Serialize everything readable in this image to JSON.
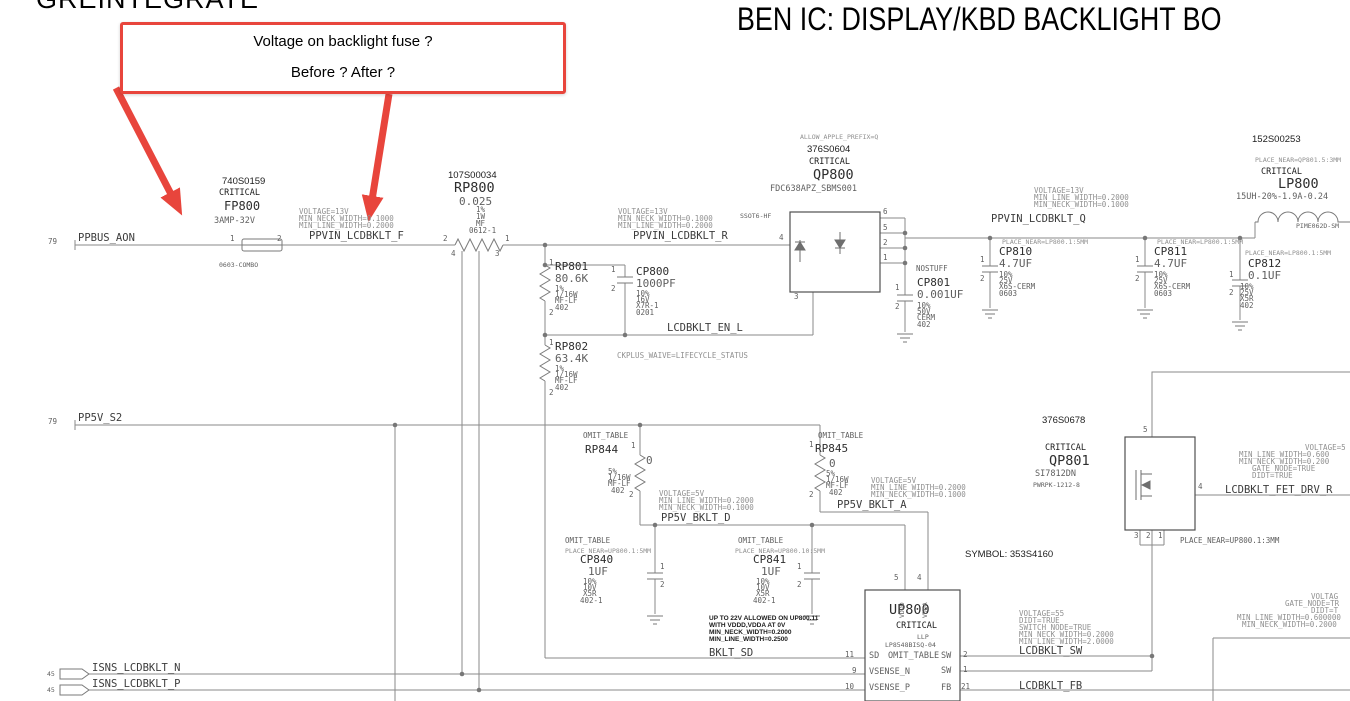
{
  "titles": {
    "sheet": "GREINTEGRATE",
    "main": "BEN IC: DISPLAY/KBD BACKLIGHT BO"
  },
  "annotation": {
    "line1": "Voltage on backlight fuse ?",
    "line2": "Before ? After ?"
  },
  "colors": {
    "annotation_red": "#e8453c",
    "wire_gray": "#8a8a8a"
  },
  "misc": {
    "symbol_note": "SYMBOL: 353S4160"
  },
  "nets": {
    "ppbus_aon": {
      "pin": "79",
      "name": "PPBUS_AON"
    },
    "pp5v_s2": {
      "pin": "79",
      "name": "PP5V_S2"
    },
    "ppvin_f": {
      "a1": "VOLTAGE=13V",
      "a2": "MIN_NECK_WIDTH=0.1000",
      "a3": "MIN_LINE_WIDTH=0.2000",
      "name": "PPVIN_LCDBKLT_F"
    },
    "ppvin_r": {
      "a1": "VOLTAGE=13V",
      "a2": "MIN_NECK_WIDTH=0.1000",
      "a3": "MIN_LINE_WIDTH=0.2000",
      "name": "PPVIN_LCDBKLT_R"
    },
    "ppvin_q": {
      "a1": "VOLTAGE=13V",
      "a2": "MIN_LINE_WIDTH=0.2000",
      "a3": "MIN_NECK_WIDTH=0.1000",
      "name": "PPVIN_LCDBKLT_Q"
    },
    "lcdbklt_en_l": {
      "name": "LCDBKLT_EN_L"
    },
    "ckplus_waive": "CKPLUS_WAIVE=LIFECYCLE_STATUS",
    "pp5v_bklt_d": {
      "a1": "VOLTAGE=5V",
      "a2": "MIN_LINE_WIDTH=0.2000",
      "a3": "MIN_NECK_WIDTH=0.1000",
      "name": "PP5V_BKLT_D"
    },
    "pp5v_bklt_a": {
      "a1": "VOLTAGE=5V",
      "a2": "MIN_LINE_WIDTH=0.2000",
      "a3": "MIN_NECK_WIDTH=0.1000",
      "name": "PP5V_BKLT_A"
    },
    "bklt_sd": {
      "name": "BKLT_SD"
    },
    "lcdbklt_sw": {
      "a1": "VOLTAGE=55",
      "a2": "DIDT=TRUE",
      "a3": "SWITCH_NODE=TRUE",
      "a4": "MIN_NECK_WIDTH=0.2000",
      "a5": "MIN_LINE_WIDTH=2.0000",
      "name": "LCDBKLT_SW"
    },
    "lcdbklt_fb": {
      "name": "LCDBKLT_FB"
    },
    "lcdbklt_fet_drv_r": {
      "a1": "VOLTAGE=5",
      "a2": "MIN_LINE_WIDTH=0.600",
      "a3": "MIN_NECK_WIDTH=0.200",
      "a4": "GATE_NODE=TRUE",
      "a5": "DIDT=TRUE",
      "name": "LCDBKLT_FET_DRV_R"
    },
    "lcdbklt_fet_drv_l": {
      "a1": "VOLTAG",
      "a2": "GATE_NODE=TR",
      "a3": "DIDT=T",
      "a4": "MIN_LINE_WIDTH=0.600000",
      "a5": "MIN_NECK_WIDTH=0.2000"
    },
    "isns_n": {
      "pin": "45",
      "name": "ISNS_LCDBKLT_N"
    },
    "isns_p": {
      "pin": "45",
      "name": "ISNS_LCDBKLT_P"
    }
  },
  "components": {
    "fp800": {
      "part": "740S0159",
      "crit": "CRITICAL",
      "ref": "FP800",
      "val": "3AMP-32V",
      "pkg": "0603-COMBO",
      "p1": "1",
      "p2": "2"
    },
    "rp800": {
      "part": "107S00034",
      "ref": "RP800",
      "val": "0.025",
      "t1": "1%",
      "t2": "1W",
      "t3": "MF",
      "t4": "0612-1",
      "p1": "1",
      "p2": "2",
      "p3": "3",
      "p4": "4"
    },
    "rp801": {
      "ref": "RP801",
      "val": "80.6K",
      "t1": "1%",
      "t2": "1/16W",
      "t3": "MF-LF",
      "t4": "402",
      "p1": "1",
      "p2": "2"
    },
    "rp802": {
      "ref": "RP802",
      "val": "63.4K",
      "t1": "1%",
      "t2": "1/16W",
      "t3": "MF-LF",
      "t4": "402",
      "p1": "1",
      "p2": "2"
    },
    "cp800": {
      "ref": "CP800",
      "val": "1000PF",
      "t1": "10%",
      "t2": "16V",
      "t3": "X7R-1",
      "t4": "0201",
      "p1": "1",
      "p2": "2"
    },
    "qp800": {
      "allow": "ALLOW_APPLE_PREFIX=Q",
      "part": "376S0604",
      "crit": "CRITICAL",
      "ref": "QP800",
      "val": "FDC638APZ_SBMS001",
      "pkg": "SSOT6-HF",
      "p1": "1",
      "p2": "2",
      "p3": "3",
      "p4": "4",
      "p5": "5",
      "p6": "6"
    },
    "cp801": {
      "nostuff": "NOSTUFF",
      "ref": "CP801",
      "val": "0.001UF",
      "t1": "10%",
      "t2": "50V",
      "t3": "CERM",
      "t4": "402",
      "p1": "1",
      "p2": "2"
    },
    "cp810": {
      "place": "PLACE_NEAR=LP800.1:5MM",
      "ref": "CP810",
      "val": "4.7UF",
      "t1": "10%",
      "t2": "25V",
      "t3": "X6S-CERM",
      "t4": "0603",
      "p1": "1",
      "p2": "2"
    },
    "cp811": {
      "place": "PLACE_NEAR=LP800.1:5MM",
      "ref": "CP811",
      "val": "4.7UF",
      "t1": "10%",
      "t2": "25V",
      "t3": "X6S-CERM",
      "t4": "0603",
      "p1": "1",
      "p2": "2"
    },
    "cp812": {
      "place": "PLACE_NEAR=LP800.1:5MM",
      "ref": "CP812",
      "val": "0.1UF",
      "t1": "10%",
      "t2": "25V",
      "t3": "X5R",
      "t4": "402",
      "p1": "1",
      "p2": "2"
    },
    "lp800": {
      "part": "152S00253",
      "place": "PLACE_NEAR=QP801.5:3MM",
      "crit": "CRITICAL",
      "ref": "LP800",
      "val": "15UH-20%-1.9A-0.24",
      "pkg": "PIME062D-SM"
    },
    "rp844": {
      "omit": "OMIT_TABLE",
      "ref": "RP844",
      "val": "0",
      "t1": "5%",
      "t2": "1/16W",
      "t3": "MF-LF",
      "t4": "402",
      "p1": "1",
      "p2": "2"
    },
    "rp845": {
      "omit": "OMIT_TABLE",
      "ref": "RP845",
      "val": "0",
      "t1": "5%",
      "t2": "1/16W",
      "t3": "MF-LF",
      "t4": "402",
      "p1": "1",
      "p2": "2"
    },
    "cp840": {
      "omit": "OMIT_TABLE",
      "place": "PLACE_NEAR=UP800.1:5MM",
      "ref": "CP840",
      "val": "1UF",
      "t1": "10%",
      "t2": "10V",
      "t3": "X5R",
      "t4": "402-1",
      "p1": "1",
      "p2": "2"
    },
    "cp841": {
      "omit": "OMIT_TABLE",
      "place": "PLACE_NEAR=UP800.10:5MM",
      "ref": "CP841",
      "val": "1UF",
      "t1": "10%",
      "t2": "10V",
      "t3": "X5R",
      "t4": "402-1",
      "p1": "1",
      "p2": "2"
    },
    "qp801": {
      "part": "376S0678",
      "crit": "CRITICAL",
      "ref": "QP801",
      "val": "SI7812DN",
      "pkg": "PWRPK-1212-8",
      "place": "PLACE_NEAR=UP800.1:3MM",
      "p1": "1",
      "p2": "2",
      "p3": "3",
      "p4": "4",
      "p5": "5"
    },
    "up800": {
      "ref": "UP800",
      "crit": "CRITICAL",
      "pkg": "LLP",
      "val": "LP8548BISQ-04",
      "note1": "UP TO 22V ALLOWED ON UP800.11",
      "note2": "WITH VDDD,VDDA AT 0V",
      "note3": "MIN_NECK_WIDTH=0.2000",
      "note4": "MIN_LINE_WIDTH=0.2500",
      "omit": "OMIT_TABLE",
      "pins": {
        "sd": "SD",
        "sd_no": "11",
        "vsense_n": "VSENSE_N",
        "vsense_n_no": "9",
        "vsense_p": "VSENSE_P",
        "vsense_p_no": "10",
        "vddd": "VDDD",
        "vddd_no": "5",
        "vdda": "VDDA",
        "vdda_no": "4",
        "sw1": "SW",
        "sw1_no": "2",
        "sw2": "SW",
        "sw2_no": "1",
        "fb": "FB",
        "fb_no": "21"
      }
    }
  }
}
